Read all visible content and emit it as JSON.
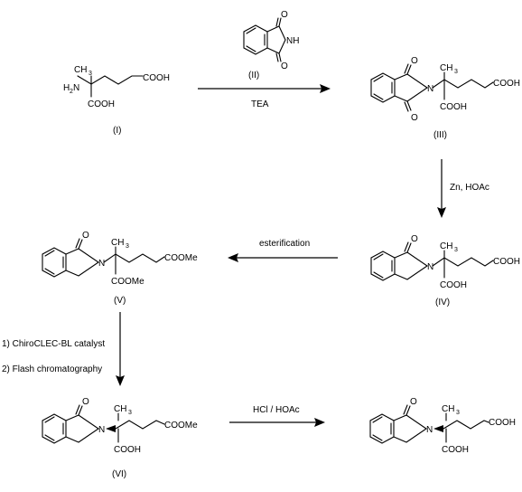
{
  "compounds": {
    "c1": {
      "label": "(I)",
      "groups": {
        "cooh_side": "COOH",
        "cooh_lower": "COOH",
        "ch3": "CH",
        "ch3_sub": "3",
        "nh2": "H",
        "nh2_sub": "2",
        "nh2_n": "N"
      }
    },
    "c2": {
      "label": "(II)",
      "groups": {
        "o_top": "O",
        "nh": "NH",
        "o_bottom": "O"
      }
    },
    "c3": {
      "label": "(III)",
      "groups": {
        "o_top": "O",
        "o_bottom": "O",
        "n": "N",
        "ch3": "CH",
        "ch3_sub": "3",
        "cooh_side": "COOH",
        "cooh_lower": "COOH"
      }
    },
    "c4": {
      "label": "(IV)",
      "groups": {
        "o_top": "O",
        "n": "N",
        "ch3": "CH",
        "ch3_sub": "3",
        "cooh_side": "COOH",
        "cooh_lower": "COOH"
      }
    },
    "c5": {
      "label": "(V)",
      "groups": {
        "o_top": "O",
        "n": "N",
        "ch3": "CH",
        "ch3_sub": "3",
        "ester_side": "COOMe",
        "ester_lower": "COOMe"
      }
    },
    "c6": {
      "label": "(VI)",
      "groups": {
        "o_top": "O",
        "n": "N",
        "ch3": "CH",
        "ch3_sub": "3",
        "ester_side": "COOMe",
        "cooh_lower": "COOH"
      }
    },
    "c7": {
      "label": "",
      "groups": {
        "o_top": "O",
        "n": "N",
        "ch3": "CH",
        "ch3_sub": "3",
        "cooh_side": "COOH",
        "cooh_lower": "COOH"
      }
    }
  },
  "reagents": {
    "step1_top": "(II)",
    "step1_bottom": "TEA",
    "step2": "Zn, HOAc",
    "step3": "esterification",
    "step4_line1": "1) ChiroCLEC-BL catalyst",
    "step4_line2": "2) Flash chromatography",
    "step5": "HCl / HOAc"
  }
}
